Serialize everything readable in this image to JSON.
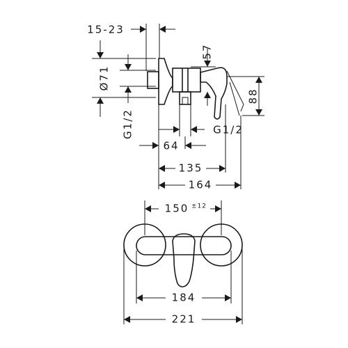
{
  "dimensions": {
    "wall_gap": "15-23",
    "escutcheon_diameter": "Ø71",
    "handle_height": "57",
    "overall_height": "88",
    "inlet_thread": "G1/2",
    "outlet_thread": "G1/2",
    "outlet_offset": "64",
    "outlet_distance": "135",
    "total_depth": "164",
    "center_distance": "150",
    "center_tolerance": "±12",
    "body_width": "184",
    "total_width": "221"
  }
}
